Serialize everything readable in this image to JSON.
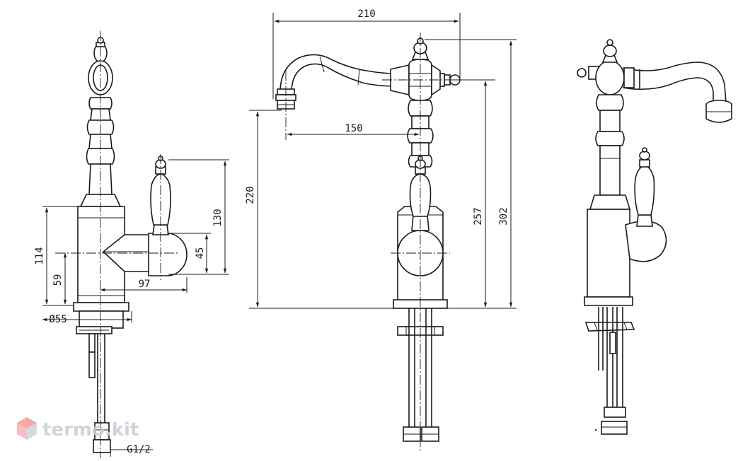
{
  "dimensions": {
    "width_210": "210",
    "reach_150": "150",
    "height_220": "220",
    "height_257": "257",
    "height_302": "302",
    "height_114": "114",
    "height_59": "59",
    "diameter_55": "Ø55",
    "thread": "G1/2",
    "handle_97": "97",
    "handle_130": "130",
    "handle_45": "45"
  },
  "watermark": {
    "text": "termo.kit"
  },
  "colors": {
    "line": "#1a1a1a",
    "watermark": "#c8ccd4"
  }
}
